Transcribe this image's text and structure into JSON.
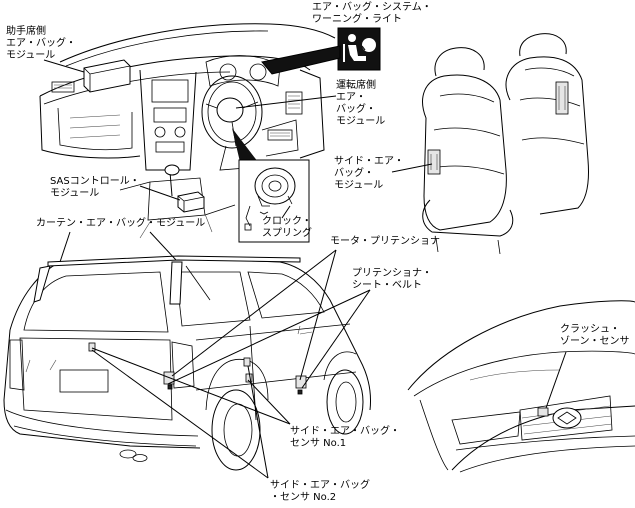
{
  "labels": {
    "warning_light": [
      "エア・バッグ・システム・",
      "ワーニング・ライト"
    ],
    "passenger_module": [
      "助手席側",
      "エア・バッグ・",
      "モジュール"
    ],
    "driver_module": [
      "運転席側",
      "エア・",
      "バッグ・",
      "モジュール"
    ],
    "side_module": [
      "サイド・エア・",
      "バッグ・",
      "モジュール"
    ],
    "sas_module": [
      "SASコントロール・",
      "モジュール"
    ],
    "clock_spring": [
      "クロック・",
      "スプリング"
    ],
    "curtain_module": [
      "カーテン・エア・バッグ・モジュール"
    ],
    "motor_pretensioner": [
      "モータ・プリテンショナ"
    ],
    "pretensioner_belt": [
      "プリテンショナ・",
      "シート・ベルト"
    ],
    "crash_zone": [
      "クラッシュ・",
      "ゾーン・センサ"
    ],
    "side_sensor_1": [
      "サイド・エア・バッグ・",
      "センサ No.1"
    ],
    "side_sensor_2": [
      "サイド・エア・バッグ",
      "・センサ No.2"
    ]
  },
  "icons": {
    "warning_light_icon": "airbag-warning-symbol"
  }
}
